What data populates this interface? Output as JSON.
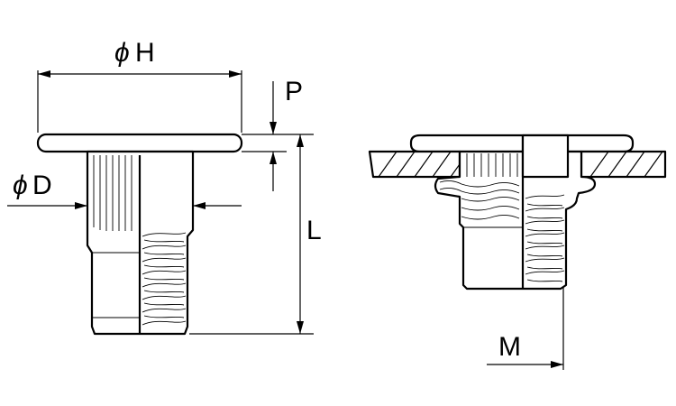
{
  "dimensions": {
    "diameter_symbol": "ϕ",
    "H": "H",
    "P": "P",
    "D": "D",
    "L": "L",
    "M": "M"
  }
}
